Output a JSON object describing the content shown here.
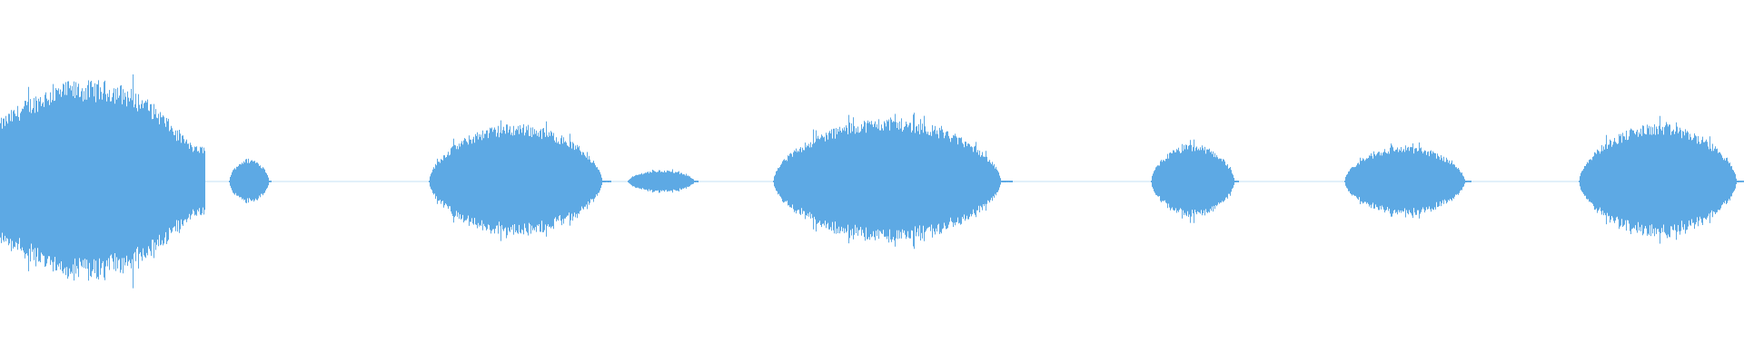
{
  "waveform": {
    "color": "#5DA9E4",
    "segments": [
      {
        "start": 0.0,
        "end": 0.117,
        "peak": 0.7
      },
      {
        "start": 0.131,
        "end": 0.155,
        "peak": 0.16
      },
      {
        "start": 0.246,
        "end": 0.35,
        "peak": 0.4
      },
      {
        "start": 0.36,
        "end": 0.4,
        "peak": 0.08
      },
      {
        "start": 0.443,
        "end": 0.58,
        "peak": 0.44
      },
      {
        "start": 0.66,
        "end": 0.71,
        "peak": 0.26
      },
      {
        "start": 0.771,
        "end": 0.843,
        "peak": 0.25
      },
      {
        "start": 0.905,
        "end": 1.0,
        "peak": 0.4
      }
    ]
  }
}
